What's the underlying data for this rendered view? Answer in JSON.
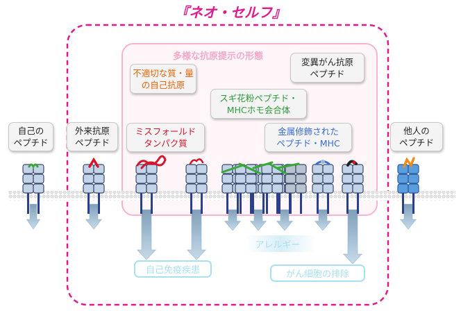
{
  "title": "『ネオ・セルフ』",
  "subtitle": "多様な抗原提示の形態",
  "labels": {
    "self_peptide": "自己の\nペプチド",
    "foreign_antigen": "外来抗原\nペプチド",
    "inappropriate": "不適切な質・量\nの自己抗原",
    "misfolded": "ミスフォールド\nタンパク質",
    "cedar_pollen": "スギ花粉ペプチド・\nMHCホモ会合体",
    "metal_modified": "金属修飾された\nペプチド・MHC",
    "cancer_mutant": "変異がん抗原\nペプチド",
    "other_person": "他人の\nペプチド"
  },
  "outcomes": {
    "allergy": "アレルギー",
    "autoimmune": "自己免疫疾患",
    "cancer_elimination": "がん細胞の排除"
  },
  "colors": {
    "magenta": "#e0198c",
    "pink_box": "#f7b3cf",
    "orange": "#e8650a",
    "red": "#d9142a",
    "green": "#2e9a3a",
    "blue": "#3a6bd6",
    "mhc_fill": "#c3d3e8",
    "mhc_stroke": "#3b4a6b",
    "light_blue": "#a8e0f0"
  }
}
